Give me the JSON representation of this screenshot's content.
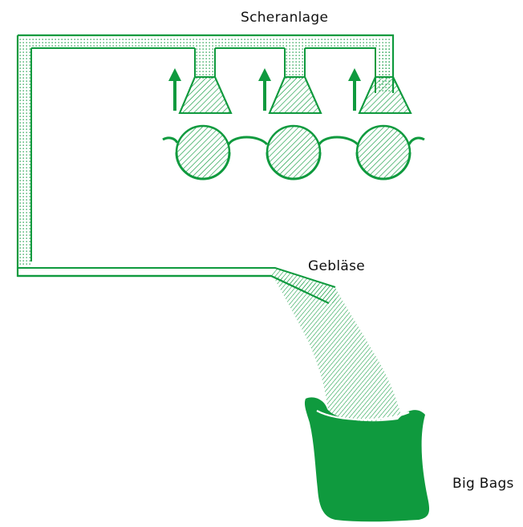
{
  "labels": {
    "shearing": "Scheranlage",
    "blower": "Gebläse",
    "bags": "Big Bags"
  },
  "colors": {
    "green": "#0f9a3e",
    "background": "#ffffff",
    "text": "#111111"
  },
  "shearing_heads": 3,
  "diagram_elements": [
    "duct",
    "suction-hoods",
    "up-arrow-icon",
    "shear-roller",
    "blower-outlet",
    "fiber-stream",
    "big-bag"
  ]
}
